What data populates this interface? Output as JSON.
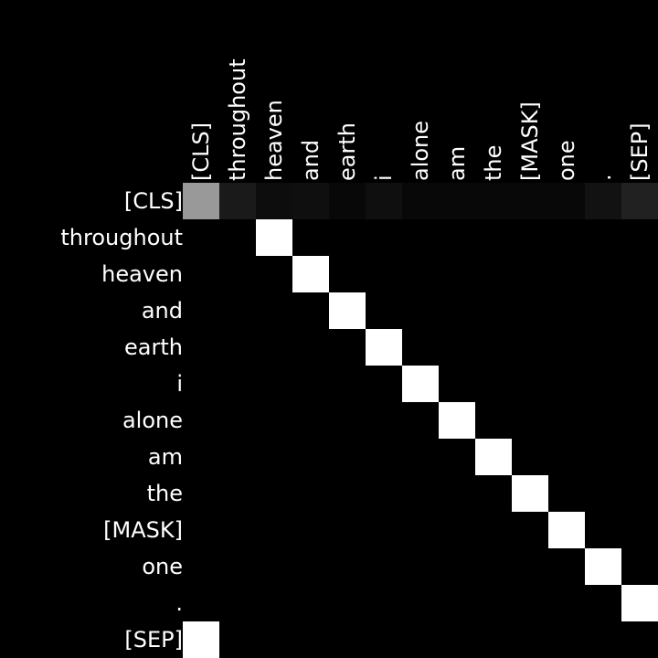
{
  "chart_data": {
    "type": "heatmap",
    "title": "",
    "x_tokens": [
      "[CLS]",
      "throughout",
      "heaven",
      "and",
      "earth",
      "i",
      "alone",
      "am",
      "the",
      "[MASK]",
      "one",
      ".",
      "[SEP]"
    ],
    "y_tokens": [
      "[CLS]",
      "throughout",
      "heaven",
      "and",
      "earth",
      "i",
      "alone",
      "am",
      "the",
      "[MASK]",
      "one",
      ".",
      "[SEP]"
    ],
    "value_range": [
      0,
      1
    ],
    "colormap": "grayscale",
    "values": [
      [
        0.6,
        0.1,
        0.05,
        0.06,
        0.03,
        0.06,
        0.03,
        0.03,
        0.03,
        0.03,
        0.03,
        0.07,
        0.13
      ],
      [
        0,
        0,
        1,
        0,
        0,
        0,
        0,
        0,
        0,
        0,
        0,
        0,
        0
      ],
      [
        0,
        0,
        0,
        1,
        0,
        0,
        0,
        0,
        0,
        0,
        0,
        0,
        0
      ],
      [
        0,
        0,
        0,
        0,
        1,
        0,
        0,
        0,
        0,
        0,
        0,
        0,
        0
      ],
      [
        0,
        0,
        0,
        0,
        0,
        1,
        0,
        0,
        0,
        0,
        0,
        0,
        0
      ],
      [
        0,
        0,
        0,
        0,
        0,
        0,
        1,
        0,
        0,
        0,
        0,
        0,
        0
      ],
      [
        0,
        0,
        0,
        0,
        0,
        0,
        0,
        1,
        0,
        0,
        0,
        0,
        0
      ],
      [
        0,
        0,
        0,
        0,
        0,
        0,
        0,
        0,
        1,
        0,
        0,
        0,
        0
      ],
      [
        0,
        0,
        0,
        0,
        0,
        0,
        0,
        0,
        0,
        1,
        0,
        0,
        0
      ],
      [
        0,
        0,
        0,
        0,
        0,
        0,
        0,
        0,
        0,
        0,
        1,
        0,
        0
      ],
      [
        0,
        0,
        0,
        0,
        0,
        0,
        0,
        0,
        0,
        0,
        0,
        1,
        0
      ],
      [
        0,
        0,
        0,
        0,
        0,
        0,
        0,
        0,
        0,
        0,
        0,
        0,
        1
      ],
      [
        1,
        0,
        0,
        0,
        0,
        0,
        0,
        0,
        0,
        0,
        0,
        0,
        0
      ]
    ]
  }
}
